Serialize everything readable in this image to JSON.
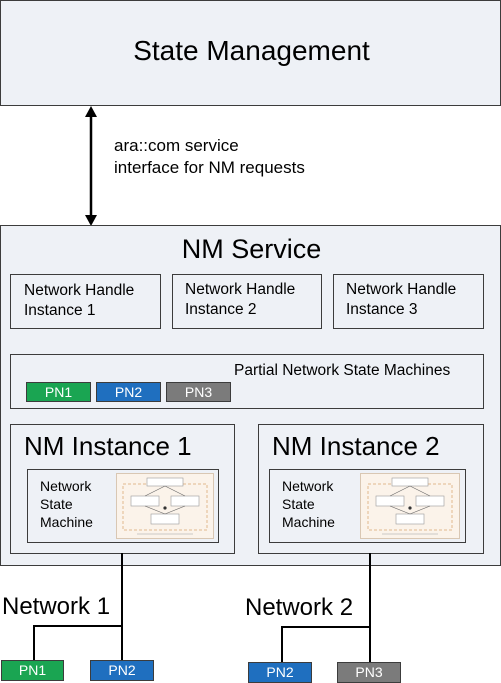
{
  "state_management": {
    "title": "State Management"
  },
  "connection": {
    "label_line1": "ara::com service",
    "label_line2": "interface for NM requests"
  },
  "nm_service": {
    "title": "NM Service",
    "handles": [
      {
        "line1": "Network Handle",
        "line2": "Instance 1"
      },
      {
        "line1": "Network Handle",
        "line2": "Instance 2"
      },
      {
        "line1": "Network Handle",
        "line2": "Instance 3"
      }
    ],
    "partial": {
      "title": "Partial Network State Machines",
      "pns": [
        {
          "label": "PN1",
          "color": "#1aa552"
        },
        {
          "label": "PN2",
          "color": "#1f6fbf"
        },
        {
          "label": "PN3",
          "color": "#7b7b7b"
        }
      ]
    },
    "instances": [
      {
        "title": "NM Instance 1",
        "sm_line1": "Network",
        "sm_line2": "State",
        "sm_line3": "Machine"
      },
      {
        "title": "NM Instance 2",
        "sm_line1": "Network",
        "sm_line2": "State",
        "sm_line3": "Machine"
      }
    ]
  },
  "networks": [
    {
      "label": "Network 1",
      "pns": [
        {
          "label": "PN1",
          "color": "#1aa552"
        },
        {
          "label": "PN2",
          "color": "#1f6fbf"
        }
      ]
    },
    {
      "label": "Network 2",
      "pns": [
        {
          "label": "PN2",
          "color": "#1f6fbf"
        },
        {
          "label": "PN3",
          "color": "#7b7b7b"
        }
      ]
    }
  ]
}
